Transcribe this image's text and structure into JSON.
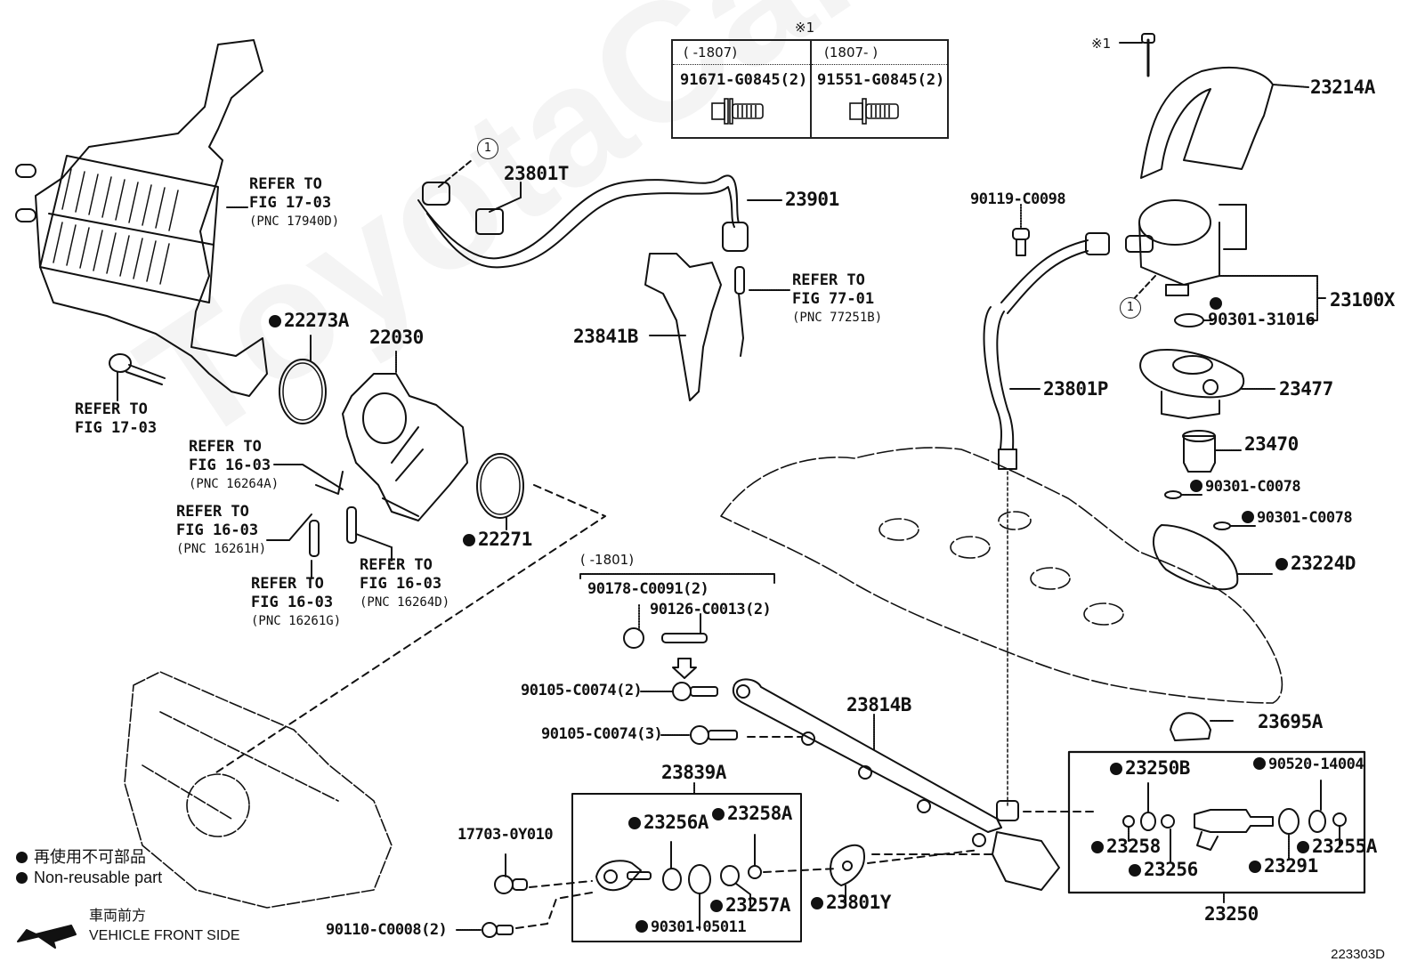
{
  "diagram": {
    "figure_number": "223303D",
    "watermark": "ToyotaCarMine.ru",
    "note_mark": "※1",
    "table": {
      "mark": "※1",
      "columns": [
        {
          "range": "(      -1807)",
          "part": "91671-G0845(2)"
        },
        {
          "range": "(1807-      )",
          "part": "91551-G0845(2)"
        }
      ]
    },
    "circle_ref": "1",
    "parts": {
      "p23214A": "23214A",
      "p23100X": "23100X",
      "p90301_31016": "90301-31016",
      "p90119": "90119-C0098",
      "p23801T": "23801T",
      "p23901": "23901",
      "p23841B": "23841B",
      "p23801P": "23801P",
      "p23477": "23477",
      "p23470": "23470",
      "p90301_C0078a": "90301-C0078",
      "p90301_C0078b": "90301-C0078",
      "p23224D": "23224D",
      "p22273A": "22273A",
      "p22030": "22030",
      "p22271": "22271",
      "p90178": "90178-C0091(2)",
      "p90126": "90126-C0013(2)",
      "p90105a": "90105-C0074(2)",
      "p90105b": "90105-C0074(3)",
      "p23814B": "23814B",
      "p23695A": "23695A",
      "p23839A": "23839A",
      "p23256A": "23256A",
      "p23258A": "23258A",
      "p23257A": "23257A",
      "p90301_05011": "90301-05011",
      "p17703": "17703-0Y010",
      "p90110": "90110-C0008(2)",
      "p23801Y": "23801Y",
      "p23250B": "23250B",
      "p90520": "90520-14004",
      "p23258": "23258",
      "p23256": "23256",
      "p23291": "23291",
      "p23255A": "23255A",
      "p23250": "23250"
    },
    "range_1801": "(      -1801)",
    "refs": {
      "r17940D": {
        "l1": "REFER TO",
        "l2": "FIG 17-03",
        "l3": "(PNC 17940D)"
      },
      "r1703": {
        "l1": "REFER TO",
        "l2": "FIG 17-03"
      },
      "r77251B": {
        "l1": "REFER TO",
        "l2": "FIG 77-01",
        "l3": "(PNC 77251B)"
      },
      "r16264A": {
        "l1": "REFER TO",
        "l2": "FIG 16-03",
        "l3": "(PNC 16264A)"
      },
      "r16261H": {
        "l1": "REFER TO",
        "l2": "FIG 16-03",
        "l3": "(PNC 16261H)"
      },
      "r16261G": {
        "l1": "REFER TO",
        "l2": "FIG 16-03",
        "l3": "(PNC 16261G)"
      },
      "r16264D": {
        "l1": "REFER TO",
        "l2": "FIG 16-03",
        "l3": "(PNC 16264D)"
      }
    },
    "legend": {
      "line_jp": "再使用不可部品",
      "line_en": "Non-reusable part",
      "front_jp": "車両前方",
      "front_en": "VEHICLE FRONT SIDE"
    }
  }
}
